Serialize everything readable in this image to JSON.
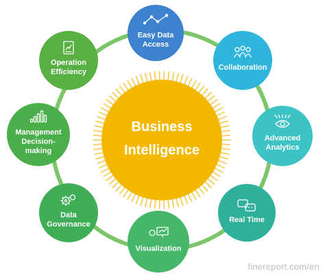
{
  "center": {
    "line1": "Business",
    "line2": "Intelligence",
    "color": "#f5b800",
    "ray_color": "#f7c948"
  },
  "ring_color": "#7cc66a",
  "nodes": [
    {
      "id": "easy-data-access",
      "lines": [
        "Easy Data",
        "Access"
      ],
      "color": "#3d82cf",
      "icon": "line-chart-icon"
    },
    {
      "id": "collaboration",
      "lines": [
        "Collaboration"
      ],
      "color": "#2fb5dc",
      "icon": "people-group-icon"
    },
    {
      "id": "advanced-analytics",
      "lines": [
        "Advanced",
        "Analytics"
      ],
      "color": "#3ec3c4",
      "icon": "analytics-eye-icon"
    },
    {
      "id": "real-time",
      "lines": [
        "Real Time"
      ],
      "color": "#2fb09a",
      "icon": "chat-bubbles-icon"
    },
    {
      "id": "visualization",
      "lines": [
        "Visualization"
      ],
      "color": "#45b66a",
      "icon": "dashboard-screen-icon"
    },
    {
      "id": "data-governance",
      "lines": [
        "Data",
        "Governance"
      ],
      "color": "#3fae57",
      "icon": "gears-icon"
    },
    {
      "id": "management-decision-making",
      "lines": [
        "Management",
        "Decision-",
        "making"
      ],
      "color": "#4aae4a",
      "icon": "bar-chart-icon"
    },
    {
      "id": "operation-efficiency",
      "lines": [
        "Operation",
        "Efficiency"
      ],
      "color": "#58b044",
      "icon": "document-chart-icon"
    }
  ],
  "watermark": "finereport.com/en"
}
